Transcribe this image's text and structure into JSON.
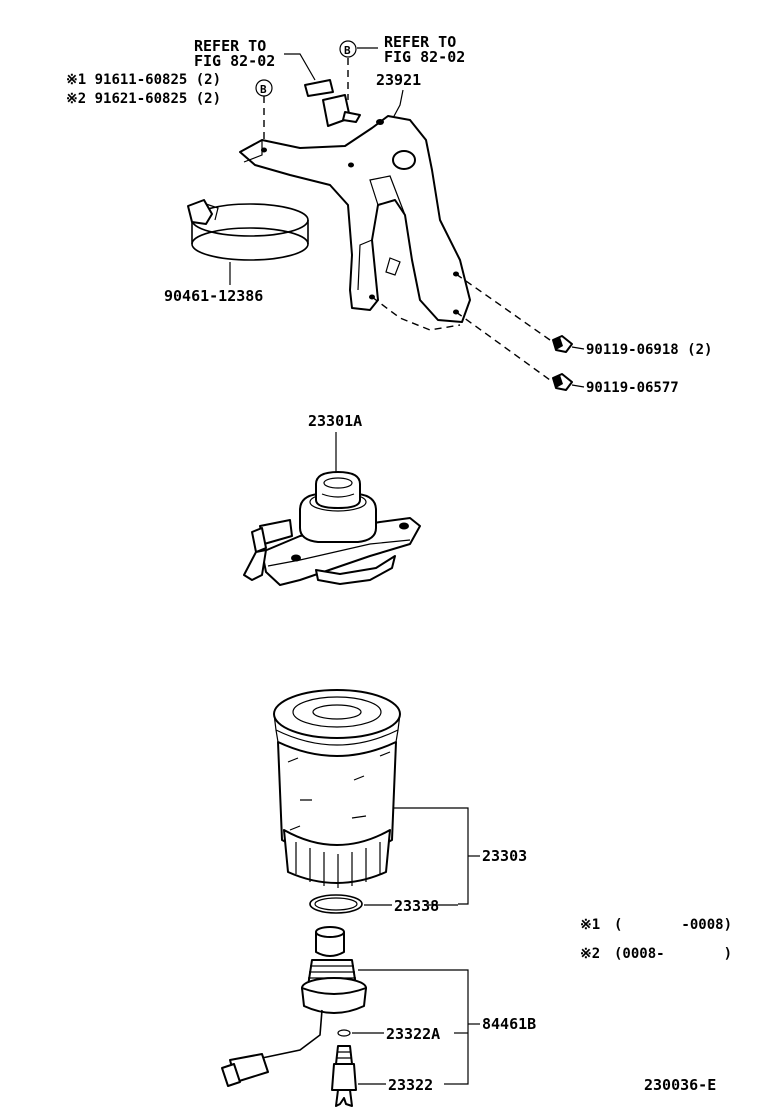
{
  "refer_left": {
    "line1": "REFER TO",
    "line2": "FIG 82-02"
  },
  "refer_right": {
    "line1": "REFER TO",
    "line2": "FIG 82-02"
  },
  "callouts": {
    "b_marker": "B",
    "bolt_alt1": "※1 91611-60825 (2)",
    "bolt_alt2": "※2 91621-60825 (2)",
    "bracket": "23921",
    "band": "90461-12386",
    "bolt_a": "90119-06918 (2)",
    "bolt_b": "90119-06577",
    "filter_head": "23301A",
    "filter_element": "23303",
    "o_ring": "23338",
    "drain_assy": "84461B",
    "small_o_ring": "23322A",
    "sensor": "23322"
  },
  "notes": {
    "note1_mark": "※1",
    "note1_range": "(       -0008)",
    "note2_mark": "※2",
    "note2_range": "(0008-       )"
  },
  "figure_id": "230036-E"
}
